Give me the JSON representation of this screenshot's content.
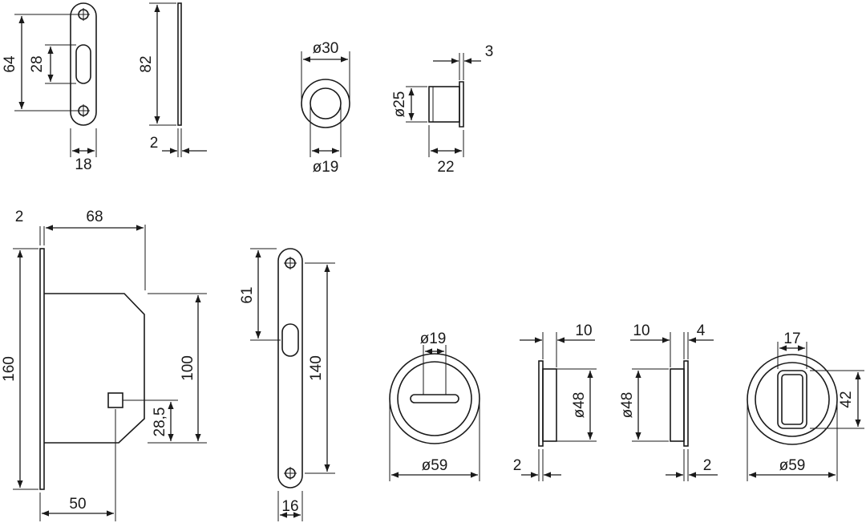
{
  "strike_plate": {
    "dim_height": "64",
    "dim_slot": "28",
    "dim_width": "18"
  },
  "side_plate": {
    "dim_height": "82",
    "dim_thickness": "2"
  },
  "flush_ring_front": {
    "dim_outer": "ø30",
    "dim_inner": "ø19"
  },
  "flush_ring_side": {
    "dim_diameter": "ø25",
    "dim_flange": "3",
    "dim_depth": "22"
  },
  "lock_body": {
    "dim_faceplate": "2",
    "dim_depth": "68",
    "dim_height": "160",
    "dim_case_height": "100",
    "dim_spindle": "28,5",
    "dim_backset": "50"
  },
  "forend": {
    "dim_top": "61",
    "dim_length": "140",
    "dim_width": "16"
  },
  "turn_rose_front": {
    "dim_spindle": "ø19",
    "dim_outer": "ø59"
  },
  "turn_rose_side": {
    "dim_depth": "10",
    "dim_diameter": "ø48",
    "dim_flange": "2"
  },
  "pull_rose_side": {
    "dim_depth": "10",
    "dim_flange_top": "4",
    "dim_diameter": "ø48",
    "dim_flange": "2"
  },
  "pull_rose_front": {
    "dim_grip_width": "17",
    "dim_grip_height": "42",
    "dim_outer": "ø59"
  },
  "colors": {
    "line": "#1a1a1a",
    "background": "#ffffff"
  }
}
